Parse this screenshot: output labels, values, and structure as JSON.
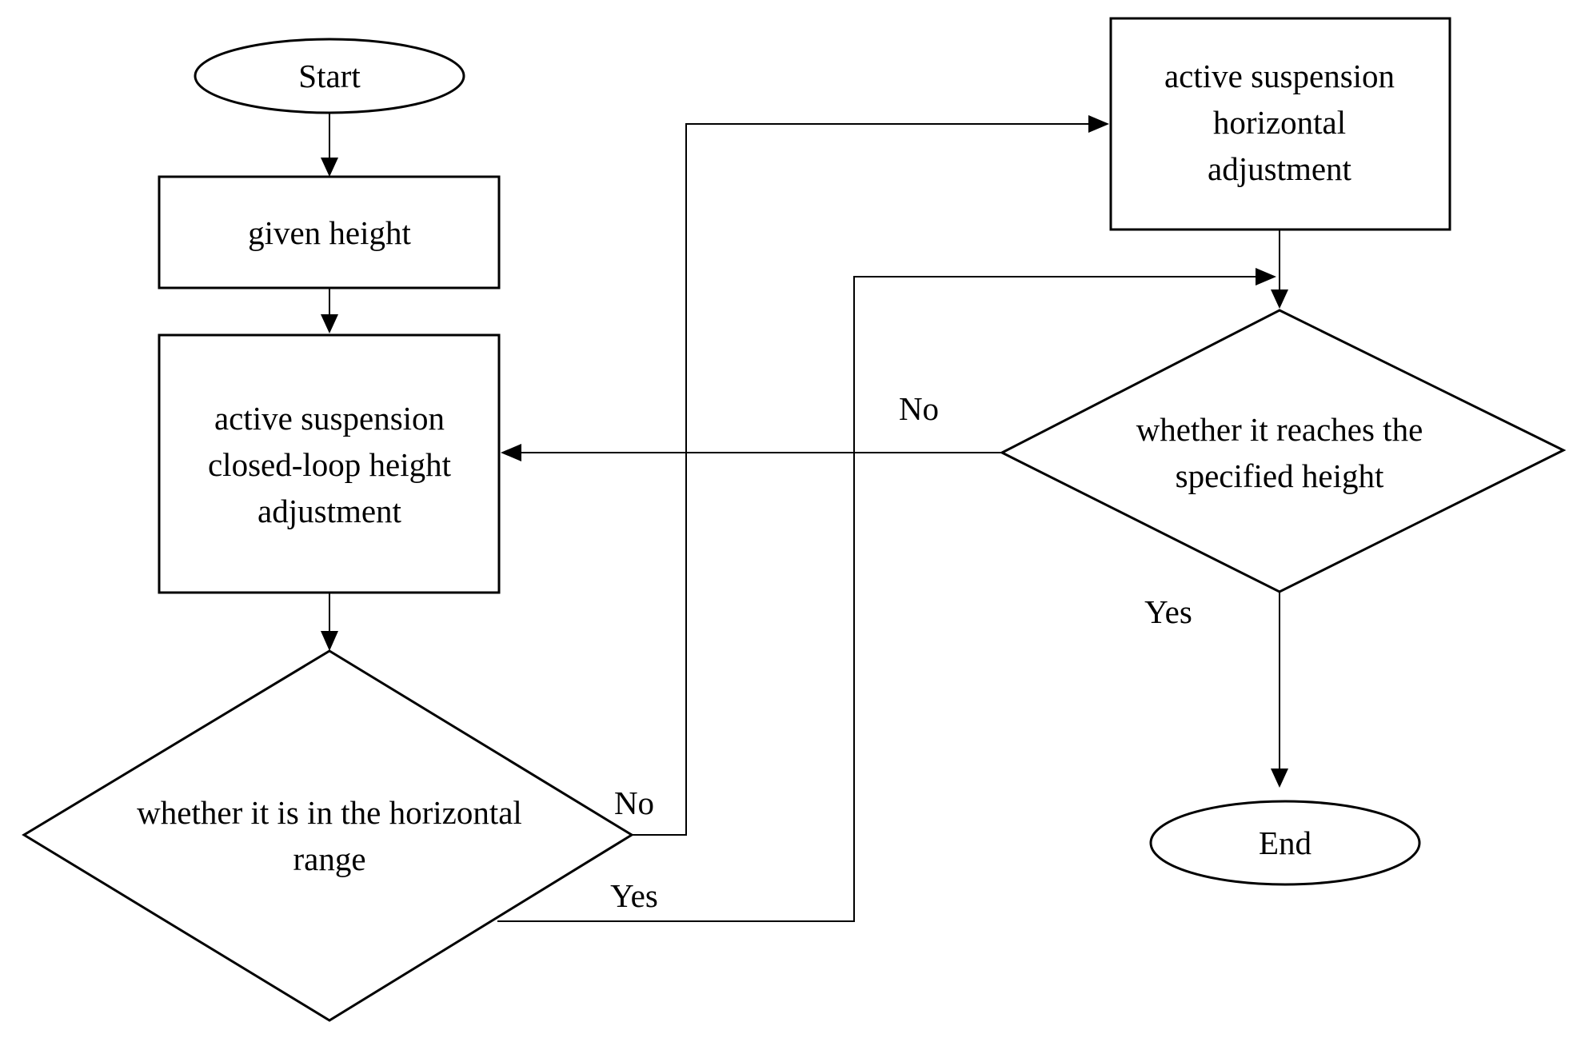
{
  "nodes": {
    "start": "Start",
    "given_height": "given height",
    "closed_loop_line1": "active suspension",
    "closed_loop_line2": "closed-loop height",
    "closed_loop_line3": "adjustment",
    "horizontal_check_line1": "whether it is in the horizontal",
    "horizontal_check_line2": "range",
    "horizontal_adj_line1": "active suspension",
    "horizontal_adj_line2": "horizontal",
    "horizontal_adj_line3": "adjustment",
    "height_check_line1": "whether it reaches the",
    "height_check_line2": "specified height",
    "end": "End"
  },
  "edges": {
    "horizontal_no": "No",
    "horizontal_yes": "Yes",
    "height_no": "No",
    "height_yes": "Yes"
  }
}
